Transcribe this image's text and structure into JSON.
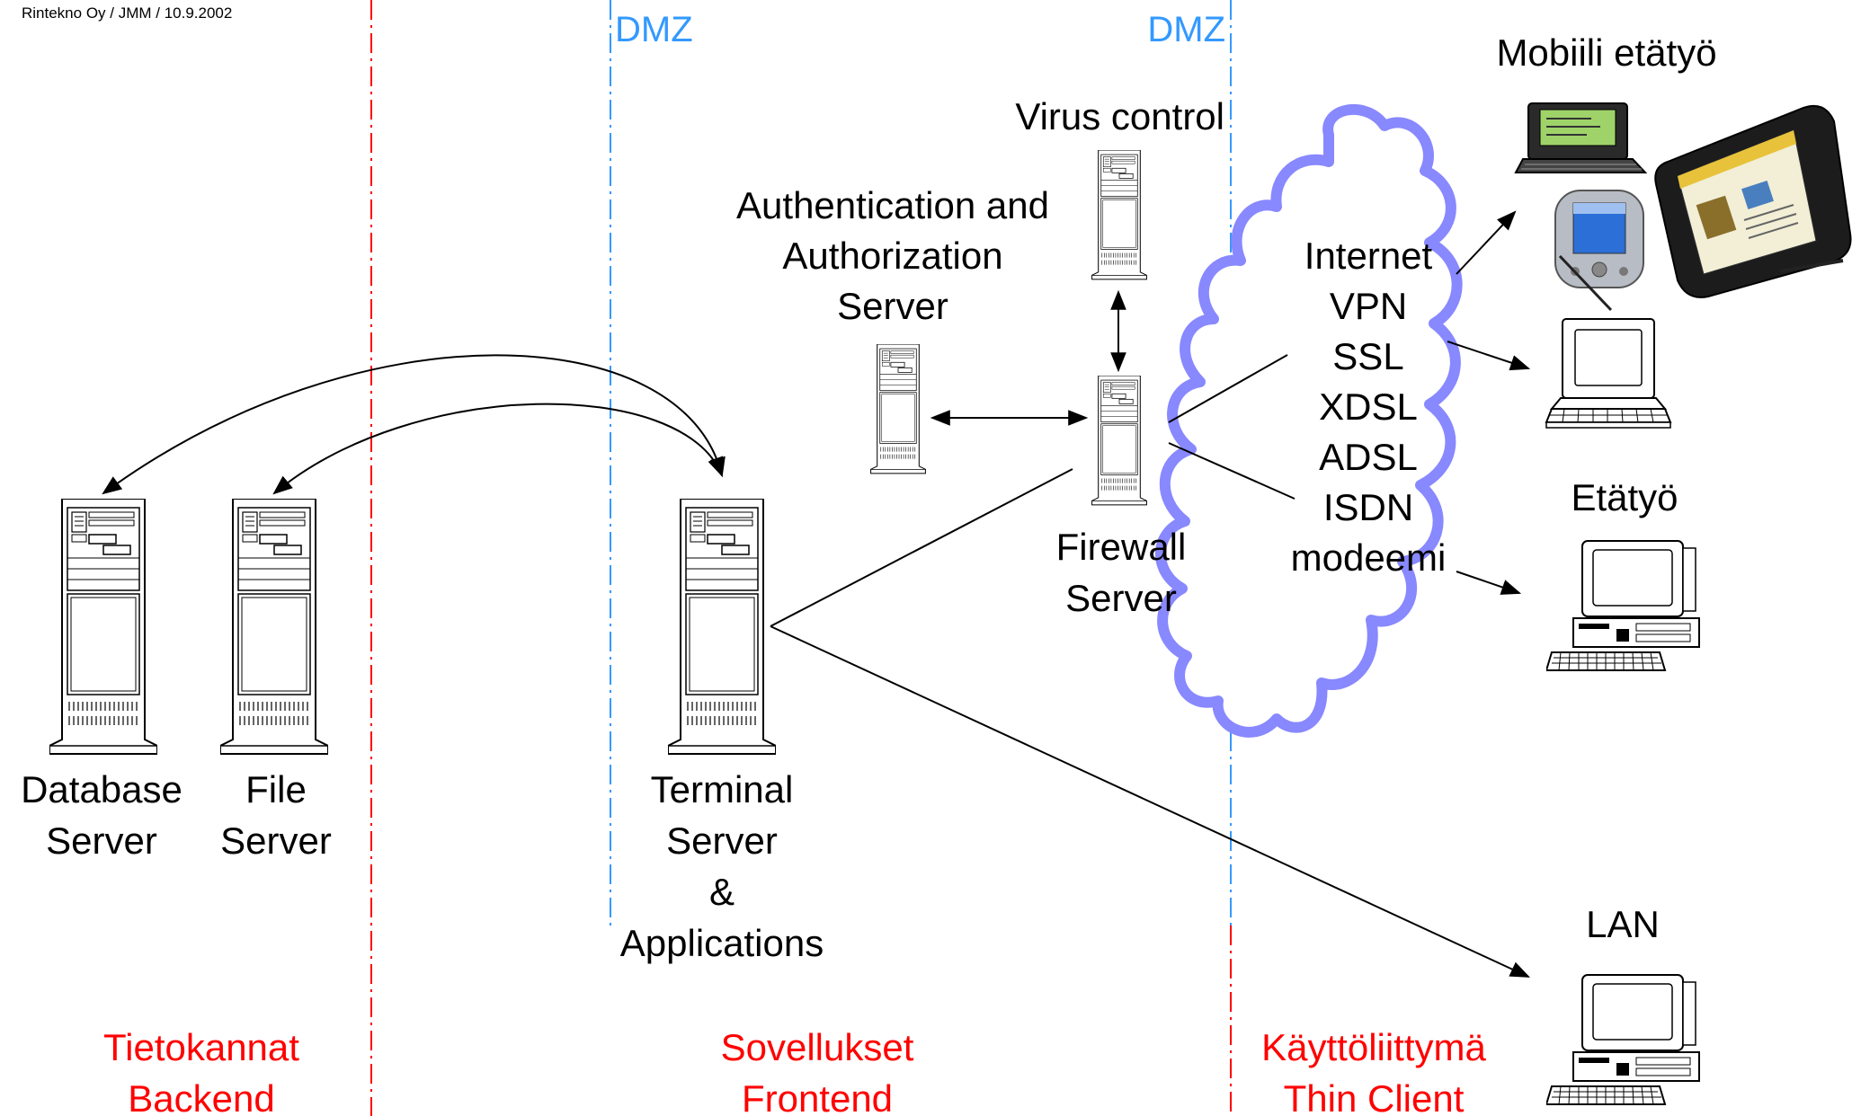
{
  "header": {
    "credit": "Rintekno Oy / JMM /  10.9.2002"
  },
  "zones": {
    "dmz_left": "DMZ",
    "dmz_right": "DMZ",
    "backend_line1": "Tietokannat",
    "backend_line2": "Backend",
    "frontend_line1": "Sovellukset",
    "frontend_line2": "Frontend",
    "client_line1": "Käyttöliittymä",
    "client_line2": "Thin Client"
  },
  "servers": {
    "database": {
      "line1": "Database",
      "line2": "Server"
    },
    "file": {
      "line1": "File",
      "line2": "Server"
    },
    "terminal": {
      "line1": "Terminal",
      "line2": "Server",
      "line3": "&",
      "line4": "Applications"
    },
    "auth": {
      "line1": "Authentication and",
      "line2": "Authorization",
      "line3": "Server"
    },
    "virus": {
      "line1": "Virus control"
    },
    "firewall": {
      "line1": "Firewall",
      "line2": "Server"
    }
  },
  "cloud": {
    "items": [
      "Internet",
      "VPN",
      "SSL",
      "XDSL",
      "ADSL",
      "ISDN",
      "modeemi"
    ]
  },
  "clients": {
    "mobile": "Mobiili etätyö",
    "remote": "Etätyö",
    "lan": "LAN"
  },
  "colors": {
    "zone_label": "#ff0000",
    "dmz_label": "#3399ff",
    "dmz_line": "#3399ff",
    "zone_line": "#ff0000",
    "cloud_stroke": "#8888ff",
    "line": "#000000"
  }
}
